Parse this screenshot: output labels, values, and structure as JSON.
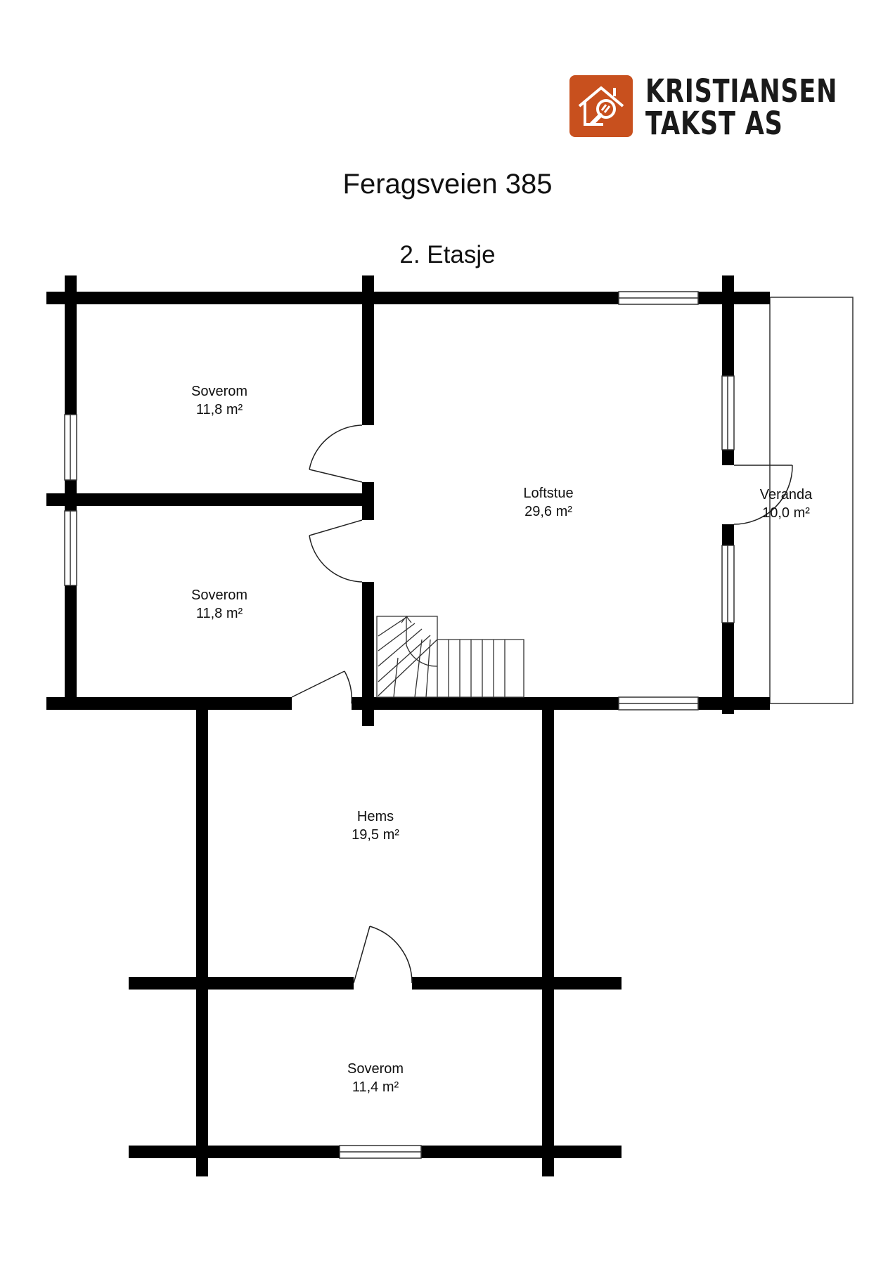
{
  "logo": {
    "line1": "KRISTIANSEN",
    "line2": "TAKST AS",
    "icon": "house-magnifier-icon",
    "brand_color": "#c8501e"
  },
  "title": "Feragsveien 385",
  "floor": "2. Etasje",
  "rooms": {
    "soverom_1": {
      "name": "Soverom",
      "area": "11,8 m²"
    },
    "loftstue": {
      "name": "Loftstue",
      "area": "29,6 m²"
    },
    "veranda": {
      "name": "Veranda",
      "area": "10,0 m²"
    },
    "soverom_2": {
      "name": "Soverom",
      "area": "11,8 m²"
    },
    "hems": {
      "name": "Hems",
      "area": "19,5 m²"
    },
    "soverom_3": {
      "name": "Soverom",
      "area": "11,4 m²"
    }
  },
  "wall_color": "#000000"
}
